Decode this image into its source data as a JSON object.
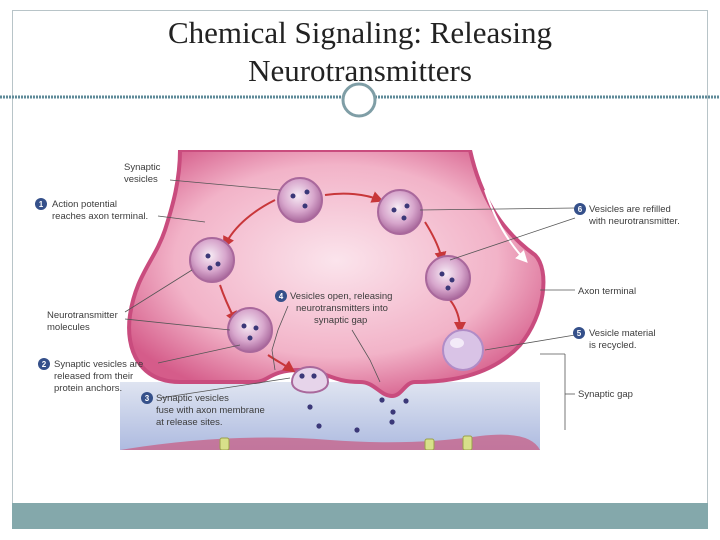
{
  "slide": {
    "title_line1": "Chemical Signaling: Releasing",
    "title_line2": "Neurotransmitters"
  },
  "diagram": {
    "labels": {
      "synaptic_vesicles_1": "Synaptic",
      "synaptic_vesicles_2": "vesicles",
      "step1_line1": "Action potential",
      "step1_line2": "reaches axon terminal.",
      "neuro_molecules_1": "Neurotransmitter",
      "neuro_molecules_2": "molecules",
      "step2_line1": "Synaptic vesicles are",
      "step2_line2": "released from their",
      "step2_line3": "protein anchors.",
      "step3_line1": "Synaptic vesicles",
      "step3_line2": "fuse with axon membrane",
      "step3_line3": "at release sites.",
      "step4_line1": "Vesicles open, releasing",
      "step4_line2": "neurotransmitters into",
      "step4_line3": "synaptic gap",
      "step5_line1": "Vesicle material",
      "step5_line2": "is recycled.",
      "step6_line1": "Vesicles are refilled",
      "step6_line2": "with neurotransmitter.",
      "axon_terminal": "Axon terminal",
      "synaptic_gap": "Synaptic gap"
    },
    "steps": [
      "1",
      "2",
      "3",
      "4",
      "5",
      "6"
    ],
    "colors": {
      "terminal_outer": "#d55c8a",
      "terminal_inner": "#f6c6d6",
      "vesicle": "#c488b6",
      "vesicle_core": "#f5e6f2",
      "molecule": "#3b3878",
      "arrow": "#c8373a",
      "gap": "#c5cfe8",
      "step_badge": "#35508a",
      "postsynaptic": "#c85f85"
    }
  }
}
